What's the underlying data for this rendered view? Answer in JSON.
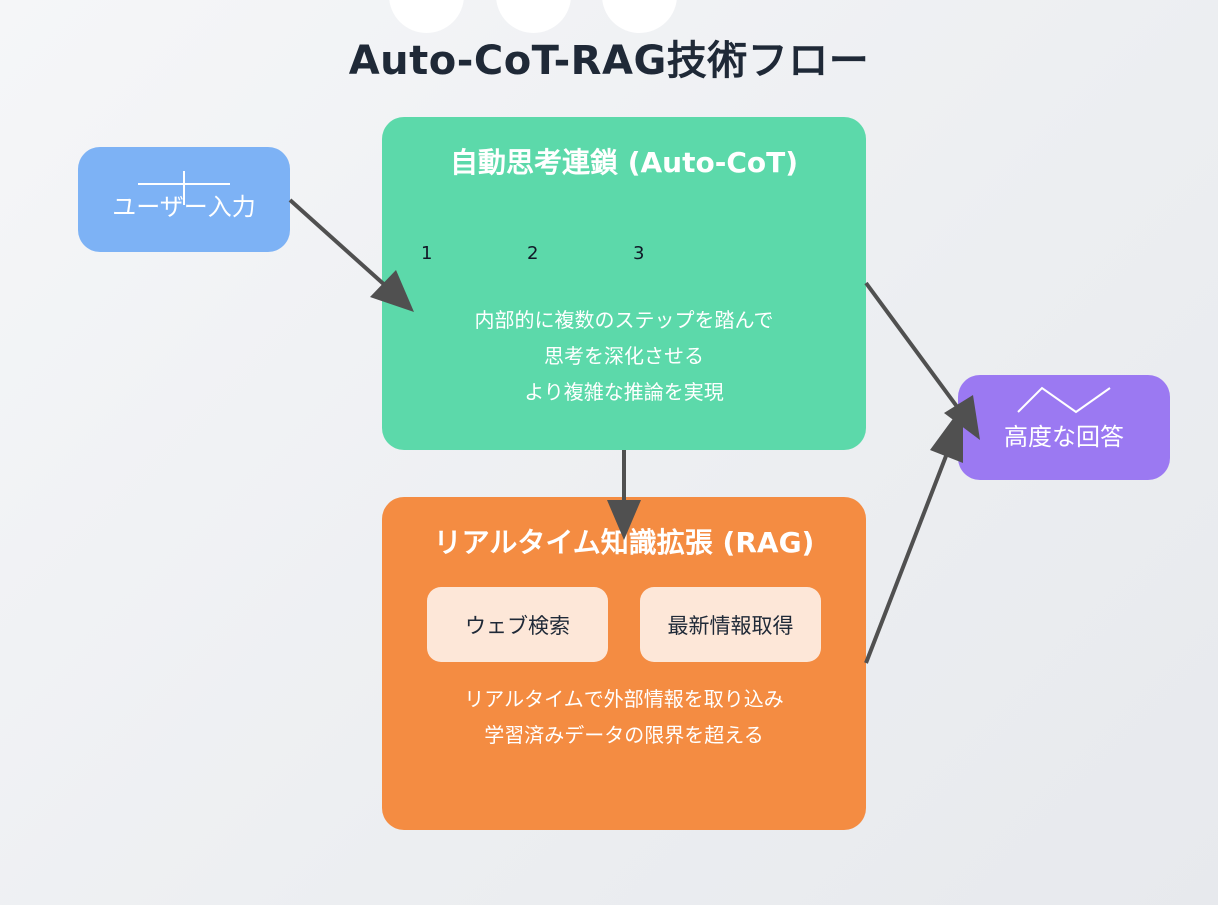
{
  "title": "Auto-CoT-RAG技術フロー",
  "input": {
    "label": "ユーザー入力"
  },
  "cot": {
    "title": "自動思考連鎖 (Auto-CoT)",
    "steps": [
      "1",
      "2",
      "3"
    ],
    "description": [
      "内部的に複数のステップを踏んで",
      "思考を深化させる",
      "より複雑な推論を実現"
    ]
  },
  "rag": {
    "title": "リアルタイム知識拡張 (RAG)",
    "items": [
      "ウェブ検索",
      "最新情報取得"
    ],
    "description": [
      "リアルタイムで外部情報を取り込み",
      "学習済みデータの限界を超える"
    ]
  },
  "output": {
    "label": "高度な回答"
  },
  "colors": {
    "input": "#7db2f5",
    "cot": "#5cd9aa",
    "rag": "#f48c42",
    "output": "#9b79f2",
    "pill": "#fde7d8",
    "arrow": "#505050",
    "title": "#1f2937"
  }
}
